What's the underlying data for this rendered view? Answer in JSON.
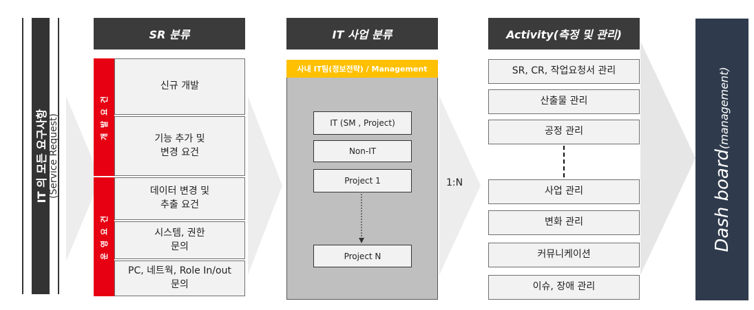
{
  "left": {
    "title": "IT 의 모든 요구사항",
    "subtitle": "(Service Request)"
  },
  "sr": {
    "header": "SR 분류",
    "group1_label": "개 발 요 건",
    "group2_label": "운 영 요 건",
    "items": [
      "신규 개발",
      "기능 추가 및\n변경 요건",
      "데이터 변경 및\n추출 요건",
      "시스템, 권한\n문의",
      "PC, 네트웍, Role In/out\n문의"
    ]
  },
  "it": {
    "header": "IT 사업 분류",
    "banner": "사내 IT팀(정보전략) / Management",
    "items": [
      "IT (SM , Project)",
      "Non-IT",
      "Project 1",
      "Project N"
    ]
  },
  "ratio": "1:N",
  "activity": {
    "header": "Activity(측정 및 관리)",
    "items": [
      "SR, CR, 작업요청서  관리",
      "산출물 관리",
      "공정 관리",
      "사업 관리",
      "변화 관리",
      "커뮤니케이션",
      "이슈, 장애  관리"
    ]
  },
  "dashboard": {
    "main": "Dash board",
    "sub": "(management)",
    "panel_color": "#2f3b4c"
  },
  "colors": {
    "header": "#3b3b3b",
    "red": "#e60012",
    "yellow": "#ffc000",
    "gray_panel": "#bfbfbf"
  }
}
